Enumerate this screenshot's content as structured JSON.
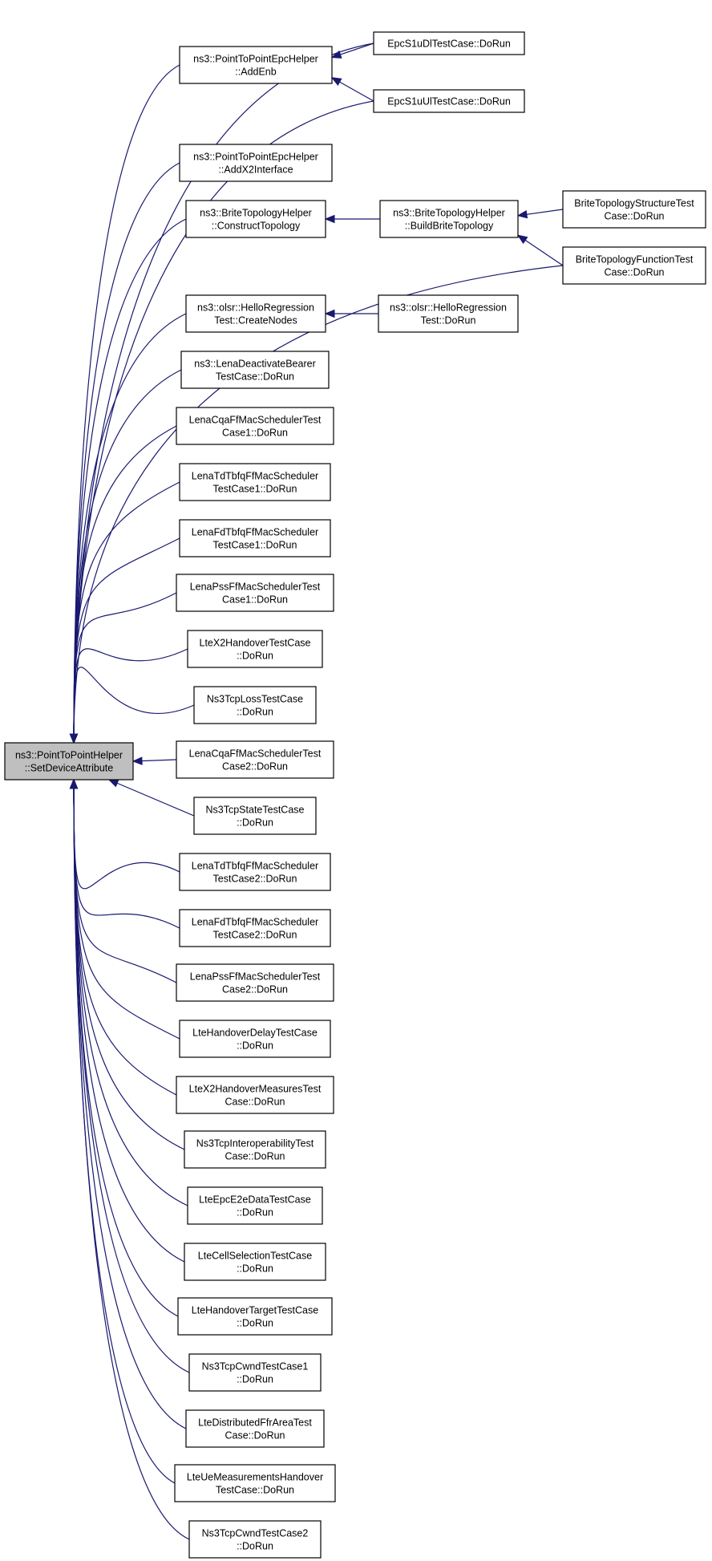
{
  "graph": {
    "root": "root",
    "nodes": [
      {
        "id": "root",
        "lines": [
          "ns3::PointToPointHelper",
          "::SetDeviceAttribute"
        ]
      },
      {
        "id": "addEnb",
        "lines": [
          "ns3::PointToPointEpcHelper",
          "::AddEnb"
        ]
      },
      {
        "id": "s1uDl",
        "lines": [
          "EpcS1uDlTestCase::DoRun"
        ]
      },
      {
        "id": "s1uUl",
        "lines": [
          "EpcS1uUlTestCase::DoRun"
        ]
      },
      {
        "id": "addX2",
        "lines": [
          "ns3::PointToPointEpcHelper",
          "::AddX2Interface"
        ]
      },
      {
        "id": "construct",
        "lines": [
          "ns3::BriteTopologyHelper",
          "::ConstructTopology"
        ]
      },
      {
        "id": "buildBrite",
        "lines": [
          "ns3::BriteTopologyHelper",
          "::BuildBriteTopology"
        ]
      },
      {
        "id": "briteStruct",
        "lines": [
          "BriteTopologyStructureTest",
          "Case::DoRun"
        ]
      },
      {
        "id": "briteFunc",
        "lines": [
          "BriteTopologyFunctionTest",
          "Case::DoRun"
        ]
      },
      {
        "id": "helloCreate",
        "lines": [
          "ns3::olsr::HelloRegression",
          "Test::CreateNodes"
        ]
      },
      {
        "id": "helloRun",
        "lines": [
          "ns3::olsr::HelloRegression",
          "Test::DoRun"
        ]
      },
      {
        "id": "n1",
        "lines": [
          "ns3::LenaDeactivateBearer",
          "TestCase::DoRun"
        ]
      },
      {
        "id": "n2",
        "lines": [
          "LenaCqaFfMacSchedulerTest",
          "Case1::DoRun"
        ]
      },
      {
        "id": "n3",
        "lines": [
          "LenaTdTbfqFfMacScheduler",
          "TestCase1::DoRun"
        ]
      },
      {
        "id": "n4",
        "lines": [
          "LenaFdTbfqFfMacScheduler",
          "TestCase1::DoRun"
        ]
      },
      {
        "id": "n5",
        "lines": [
          "LenaPssFfMacSchedulerTest",
          "Case1::DoRun"
        ]
      },
      {
        "id": "n6",
        "lines": [
          "LteX2HandoverTestCase",
          "::DoRun"
        ]
      },
      {
        "id": "n7",
        "lines": [
          "Ns3TcpLossTestCase",
          "::DoRun"
        ]
      },
      {
        "id": "n8",
        "lines": [
          "LenaCqaFfMacSchedulerTest",
          "Case2::DoRun"
        ]
      },
      {
        "id": "n9",
        "lines": [
          "Ns3TcpStateTestCase",
          "::DoRun"
        ]
      },
      {
        "id": "n10",
        "lines": [
          "LenaTdTbfqFfMacScheduler",
          "TestCase2::DoRun"
        ]
      },
      {
        "id": "n11",
        "lines": [
          "LenaFdTbfqFfMacScheduler",
          "TestCase2::DoRun"
        ]
      },
      {
        "id": "n12",
        "lines": [
          "LenaPssFfMacSchedulerTest",
          "Case2::DoRun"
        ]
      },
      {
        "id": "n13",
        "lines": [
          "LteHandoverDelayTestCase",
          "::DoRun"
        ]
      },
      {
        "id": "n14",
        "lines": [
          "LteX2HandoverMeasuresTest",
          "Case::DoRun"
        ]
      },
      {
        "id": "n15",
        "lines": [
          "Ns3TcpInteroperabilityTest",
          "Case::DoRun"
        ]
      },
      {
        "id": "n16",
        "lines": [
          "LteEpcE2eDataTestCase",
          "::DoRun"
        ]
      },
      {
        "id": "n17",
        "lines": [
          "LteCellSelectionTestCase",
          "::DoRun"
        ]
      },
      {
        "id": "n18",
        "lines": [
          "LteHandoverTargetTestCase",
          "::DoRun"
        ]
      },
      {
        "id": "n19",
        "lines": [
          "Ns3TcpCwndTestCase1",
          "::DoRun"
        ]
      },
      {
        "id": "n20",
        "lines": [
          "LteDistributedFfrAreaTest",
          "Case::DoRun"
        ]
      },
      {
        "id": "n21",
        "lines": [
          "LteUeMeasurementsHandover",
          "TestCase::DoRun"
        ]
      },
      {
        "id": "n22",
        "lines": [
          "Ns3TcpCwndTestCase2",
          "::DoRun"
        ]
      }
    ],
    "edges": [
      {
        "from": "addEnb",
        "to": "root"
      },
      {
        "from": "s1uDl",
        "to": "root"
      },
      {
        "from": "s1uUl",
        "to": "root"
      },
      {
        "from": "s1uDl",
        "to": "addEnb"
      },
      {
        "from": "s1uUl",
        "to": "addEnb"
      },
      {
        "from": "addX2",
        "to": "root"
      },
      {
        "from": "construct",
        "to": "root"
      },
      {
        "from": "buildBrite",
        "to": "construct"
      },
      {
        "from": "briteStruct",
        "to": "buildBrite"
      },
      {
        "from": "briteFunc",
        "to": "buildBrite"
      },
      {
        "from": "briteFunc",
        "to": "root"
      },
      {
        "from": "helloCreate",
        "to": "root"
      },
      {
        "from": "helloRun",
        "to": "helloCreate"
      },
      {
        "from": "n1",
        "to": "root"
      },
      {
        "from": "n2",
        "to": "root"
      },
      {
        "from": "n3",
        "to": "root"
      },
      {
        "from": "n4",
        "to": "root"
      },
      {
        "from": "n5",
        "to": "root"
      },
      {
        "from": "n6",
        "to": "root"
      },
      {
        "from": "n7",
        "to": "root"
      },
      {
        "from": "n8",
        "to": "root"
      },
      {
        "from": "n9",
        "to": "root"
      },
      {
        "from": "n10",
        "to": "root"
      },
      {
        "from": "n11",
        "to": "root"
      },
      {
        "from": "n12",
        "to": "root"
      },
      {
        "from": "n13",
        "to": "root"
      },
      {
        "from": "n14",
        "to": "root"
      },
      {
        "from": "n15",
        "to": "root"
      },
      {
        "from": "n16",
        "to": "root"
      },
      {
        "from": "n17",
        "to": "root"
      },
      {
        "from": "n18",
        "to": "root"
      },
      {
        "from": "n19",
        "to": "root"
      },
      {
        "from": "n20",
        "to": "root"
      },
      {
        "from": "n21",
        "to": "root"
      },
      {
        "from": "n22",
        "to": "root"
      }
    ],
    "colors": {
      "edge": "#191970",
      "root_fill": "#bfbfbf",
      "node_fill": "#ffffff",
      "border": "#000000"
    }
  }
}
